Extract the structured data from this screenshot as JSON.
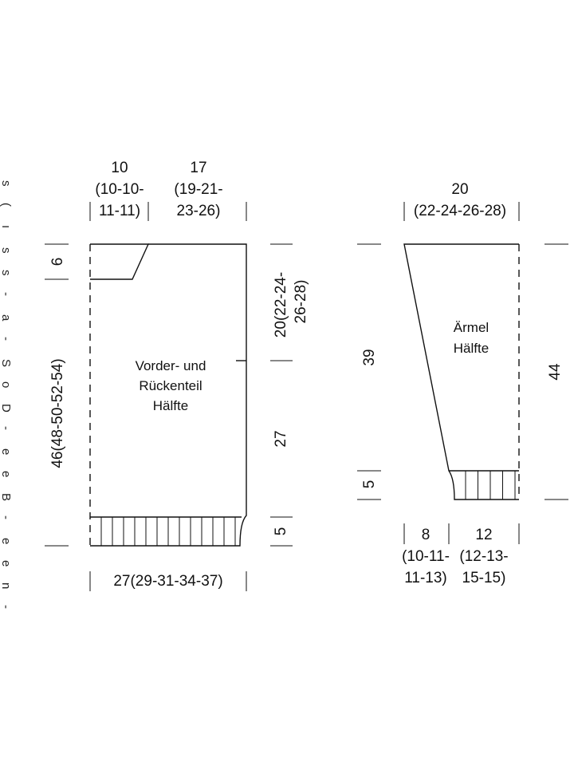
{
  "left_edge_glyphs": [
    "s",
    "(",
    "ı",
    "s",
    "s",
    "-",
    "a",
    "-",
    "S",
    "o",
    "D",
    "-",
    "e",
    "e",
    "B",
    "-",
    "e",
    "e",
    "n",
    "-"
  ],
  "body_piece": {
    "label_lines": [
      "Vorder- und",
      "Rückenteil",
      "Hälfte"
    ],
    "top_left_width": [
      "10",
      "(10-10-",
      "11-11)"
    ],
    "top_right_width": [
      "17",
      "(19-21-",
      "23-26)"
    ],
    "bottom_width": "27(29-31-34-37)",
    "total_height": "46(48-50-52-54)",
    "neck_depth": "6",
    "armhole_depth": [
      "20(22-24-",
      "26-28)"
    ],
    "side_length": "27",
    "rib_height": "5"
  },
  "sleeve_piece": {
    "label_lines": [
      "Ärmel",
      "Hälfte"
    ],
    "top_width": [
      "20",
      "(22-24-26-28)"
    ],
    "slope_length": "39",
    "total_length": "44",
    "rib_height": "5",
    "bottom_left_width": [
      "8",
      "(10-11-",
      "11-13)"
    ],
    "bottom_right_width": [
      "12",
      "(12-13-",
      "15-15)"
    ]
  }
}
